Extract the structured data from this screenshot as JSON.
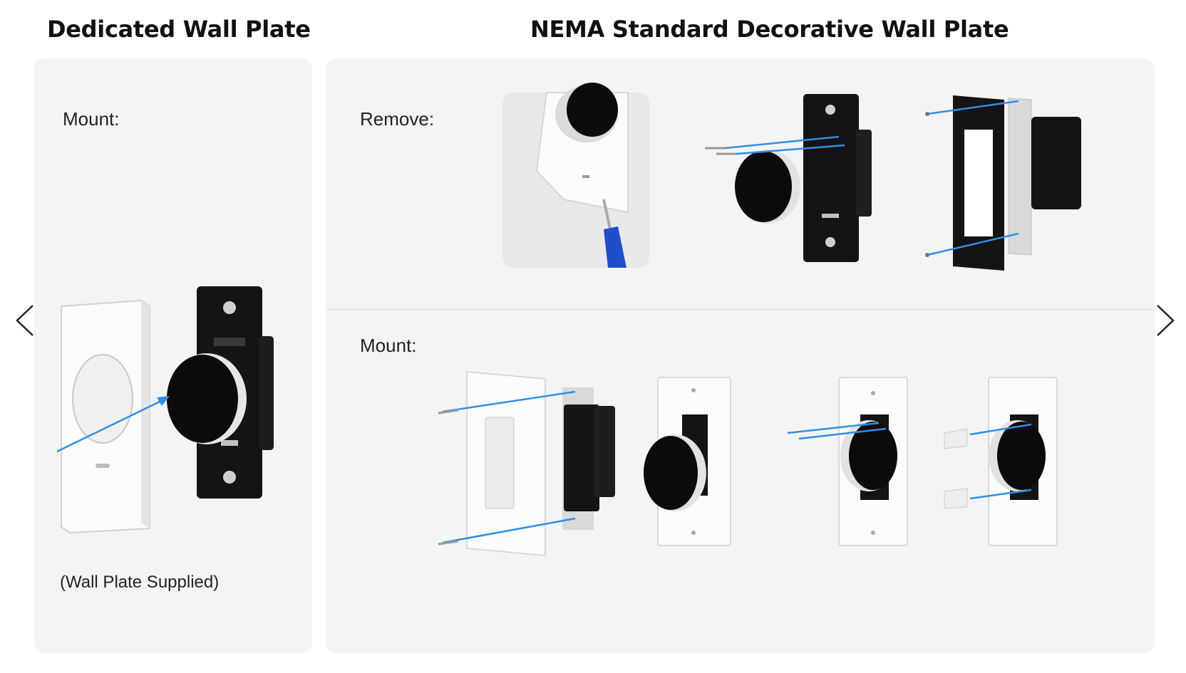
{
  "headings": {
    "left": "Dedicated Wall Plate",
    "right": "NEMA Standard Decorative Wall Plate"
  },
  "left_panel": {
    "step_label": "Mount:",
    "caption": "(Wall Plate Supplied)"
  },
  "right_panel": {
    "remove_label": "Remove:",
    "mount_label": "Mount:"
  },
  "navigation": {
    "prev_icon": "chevron-left-icon",
    "next_icon": "chevron-right-icon"
  },
  "colors": {
    "panel_background": "#f4f4f4",
    "arrow_accent": "#2f8fe8",
    "device_black": "#111111",
    "screwdriver_blue": "#1f4fc8"
  }
}
